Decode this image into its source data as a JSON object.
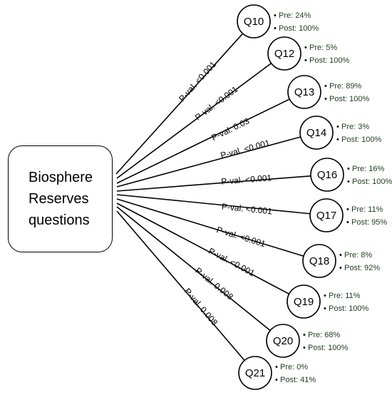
{
  "central": {
    "lines": [
      "Biosphere",
      "Reserves",
      "questions"
    ]
  },
  "pre_prefix": "Pre: ",
  "post_prefix": "Post: ",
  "bullet": "•",
  "questions": [
    {
      "id": "Q10",
      "pvalue": "P-val. <0.001",
      "pre": "24%",
      "post": "100%"
    },
    {
      "id": "Q12",
      "pvalue": "P-val. <0.001",
      "pre": "5%",
      "post": "100%"
    },
    {
      "id": "Q13",
      "pvalue": "P-val. 0.03",
      "pre": "89%",
      "post": "100%"
    },
    {
      "id": "Q14",
      "pvalue": "P-val. <0.001",
      "pre": "3%",
      "post": "100%"
    },
    {
      "id": "Q16",
      "pvalue": "P-val. <0.001",
      "pre": "16%",
      "post": "100%"
    },
    {
      "id": "Q17",
      "pvalue": "P-val. <0.001",
      "pre": "11%",
      "post": "95%"
    },
    {
      "id": "Q18",
      "pvalue": "P-val. <0.001",
      "pre": "8%",
      "post": "92%"
    },
    {
      "id": "Q19",
      "pvalue": "P-val. <0.001",
      "pre": "11%",
      "post": "100%"
    },
    {
      "id": "Q20",
      "pvalue": "P-val. 0.008",
      "pre": "68%",
      "post": "100%"
    },
    {
      "id": "Q21",
      "pvalue": "P-val. 0.008",
      "pre": "0%",
      "post": "41%"
    }
  ]
}
